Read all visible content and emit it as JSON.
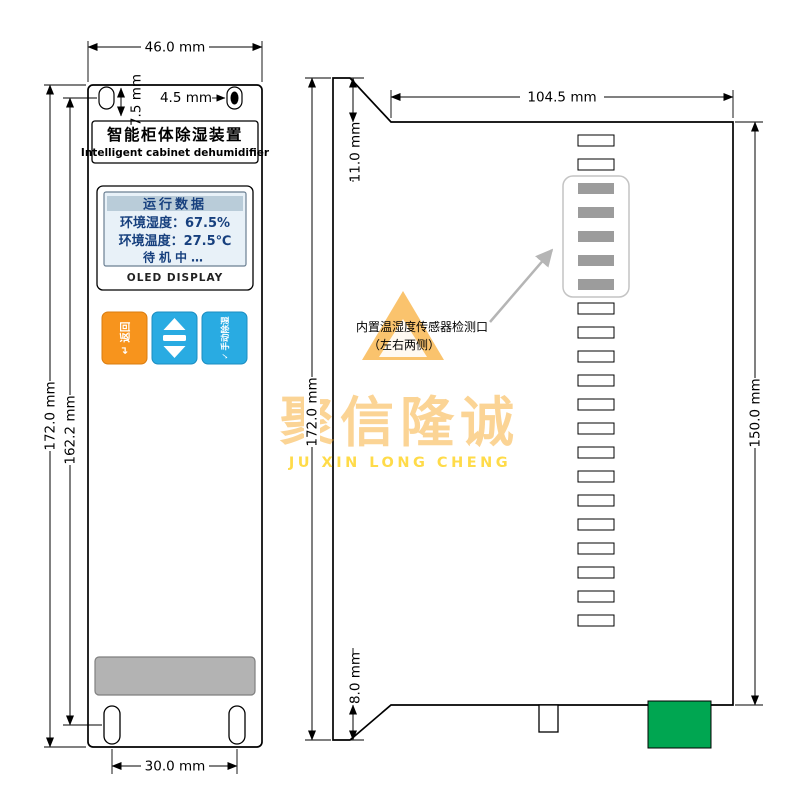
{
  "front_view": {
    "title_cn": "智能柜体除湿装置",
    "title_en": "Intelligent cabinet dehumidifier",
    "display": {
      "row_status": "运行数据",
      "row_humidity": "环境湿度：67.5%",
      "row_temp": "环境温度：27.5℃",
      "row_standby": "待机中…",
      "panel_label": "OLED DISPLAY"
    },
    "buttons": {
      "back_icon": "↵",
      "back_label": "返回",
      "manual_icon": "✓",
      "manual_label": "手动除湿"
    },
    "dims": {
      "width": "46.0 mm",
      "hole_top_offset": "7.5 mm",
      "hole_width": "4.5 mm",
      "overall_height": "172.0 mm",
      "hole_span_height": "162.2 mm",
      "hole_span_bottom": "30.0 mm"
    }
  },
  "side_view": {
    "dims": {
      "depth": "104.5 mm",
      "top_inset": "11.0 mm",
      "overall_height": "172.0 mm",
      "body_height": "150.0 mm",
      "bottom_inset": "8.0 mm"
    },
    "annotation": {
      "line1": "内置温湿度传感器检测口",
      "line2": "（左右两侧）"
    },
    "vents": {
      "count": 21,
      "gray_from": 2,
      "gray_to": 6
    }
  },
  "watermark": {
    "cn": "聚信隆诚",
    "en": "JU XIN LONG CHENG"
  },
  "colors": {
    "button_orange": "#f7941d",
    "button_blue": "#29abe2",
    "terminal_green": "#00a651",
    "display_text": "#17407e",
    "display_bg": "#e8f1f8",
    "status_row_bg": "#b9ccd9",
    "slot_gray": "#9c9c9c",
    "bar_gray": "#b3b3b3",
    "watermark_orange": "#f6a31d",
    "watermark_yellow": "#ffd21e"
  }
}
